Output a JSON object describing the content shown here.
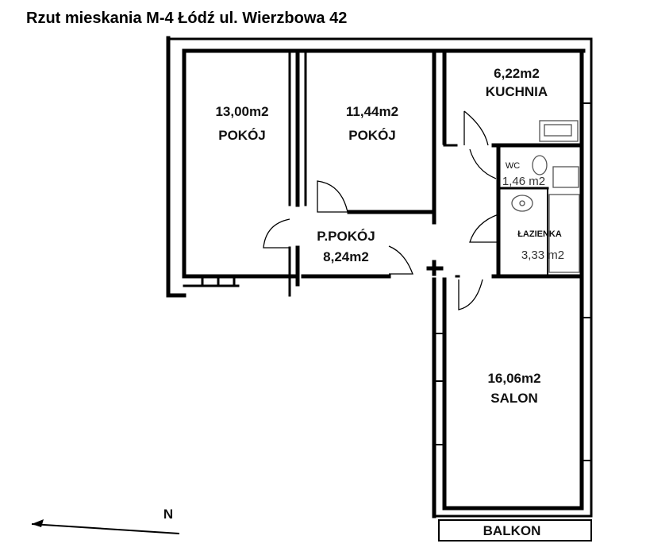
{
  "title": "Rzut mieskania M-4 Łódź ul. Wierzbowa 42",
  "rooms": {
    "pokoj1": {
      "area": "13,00m2",
      "name": "POKÓJ"
    },
    "pokoj2": {
      "area": "11,44m2",
      "name": "POKÓJ"
    },
    "kuchnia": {
      "area": "6,22m2",
      "name": "KUCHNIA"
    },
    "wc": {
      "name": "WC",
      "area": "1,46 m2"
    },
    "lazienka": {
      "name": "ŁAZIENKA",
      "area": "3,33 m2"
    },
    "przedpokoj": {
      "name": "P.POKÓJ",
      "area": "8,24m2"
    },
    "salon": {
      "area": "16,06m2",
      "name": "SALON"
    },
    "balkon": {
      "name": "BALKON"
    }
  },
  "compass": {
    "label": "N"
  },
  "colors": {
    "wall": "#000000",
    "fixture": "#555555",
    "background": "#ffffff"
  }
}
